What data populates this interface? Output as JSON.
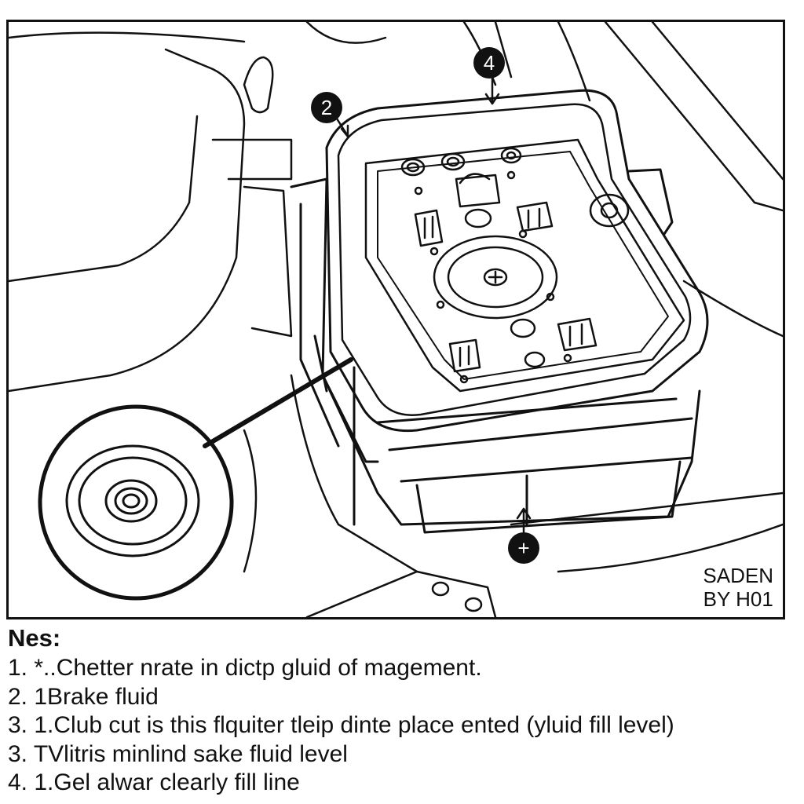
{
  "callouts": [
    {
      "id": "c2",
      "label": "2"
    },
    {
      "id": "c4",
      "label": "4"
    },
    {
      "id": "c1",
      "label": "+"
    }
  ],
  "credit": {
    "line1": "SADEN",
    "line2": "BY H01"
  },
  "notes": {
    "title": "Nes:",
    "items": [
      "1.  *..Chetter nrate in dictp gluid of magement.",
      "2.  1Brake fluid",
      "3.  1.Club cut is this flquiter tleip dinte place ented (yluid fill level)",
      "3.  TVlitris minlind sake fluid level",
      "4.  1.Gel alwar clearly fill line"
    ]
  }
}
